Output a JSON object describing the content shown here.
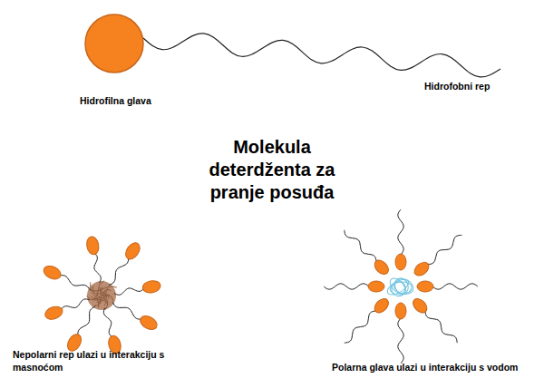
{
  "diagram": {
    "title": "Molekula deterdženta za pranje posuđa",
    "labels": [
      "Hidrofilna glava",
      "Hidrofobni rep",
      "Nepolarni rep ulazi u interakciju s masnoćom",
      "Polarna glava ulazi u interakciju s vodom"
    ]
  }
}
